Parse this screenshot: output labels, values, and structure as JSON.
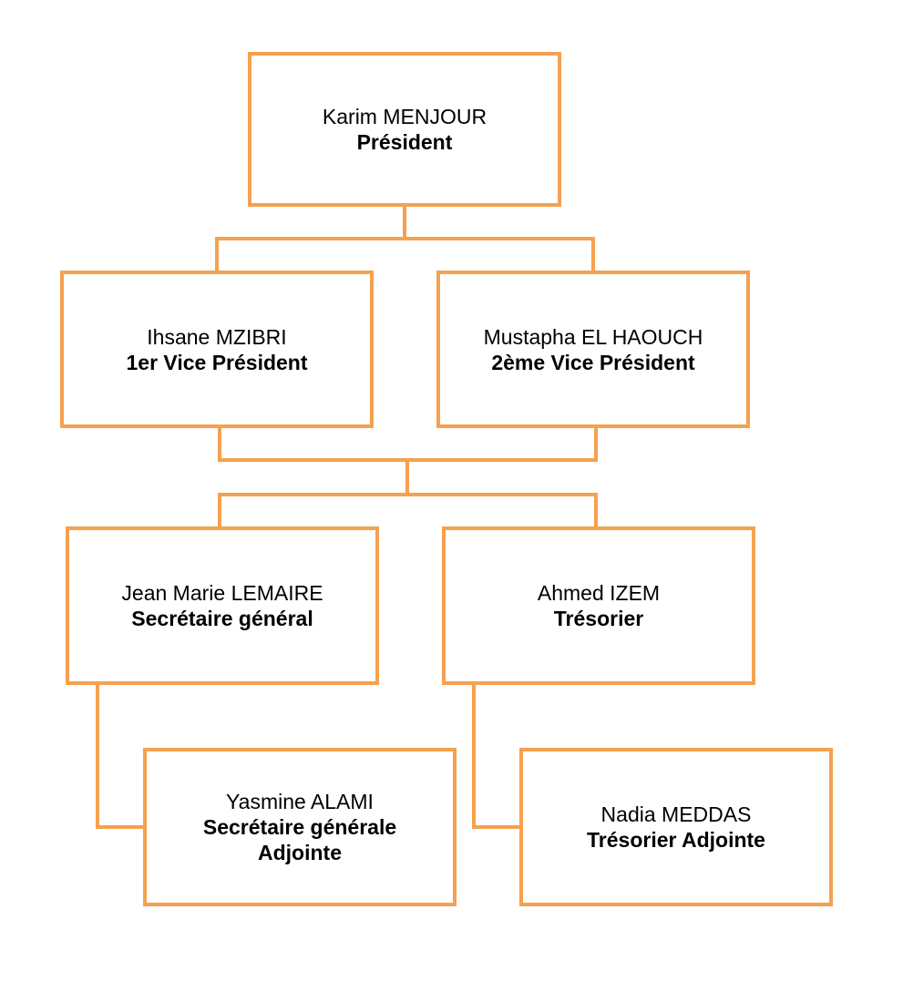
{
  "colors": {
    "box_border": "#F5A14F",
    "connector": "#F5A14F",
    "text": "#000000",
    "background": "#FFFFFF"
  },
  "members": {
    "president": {
      "name": "Karim MENJOUR",
      "role": "Président"
    },
    "vice_president_1": {
      "name": "Ihsane MZIBRI",
      "role": "1er Vice Président"
    },
    "vice_president_2": {
      "name": "Mustapha EL HAOUCH",
      "role": "2ème Vice Président"
    },
    "secretary_general": {
      "name": "Jean Marie LEMAIRE",
      "role": "Secrétaire général"
    },
    "treasurer": {
      "name": "Ahmed IZEM",
      "role": "Trésorier"
    },
    "deputy_secretary_general": {
      "name": "Yasmine ALAMI",
      "role_line1": "Secrétaire générale",
      "role_line2": "Adjointe"
    },
    "deputy_treasurer": {
      "name": "Nadia MEDDAS",
      "role": "Trésorier Adjointe"
    }
  }
}
